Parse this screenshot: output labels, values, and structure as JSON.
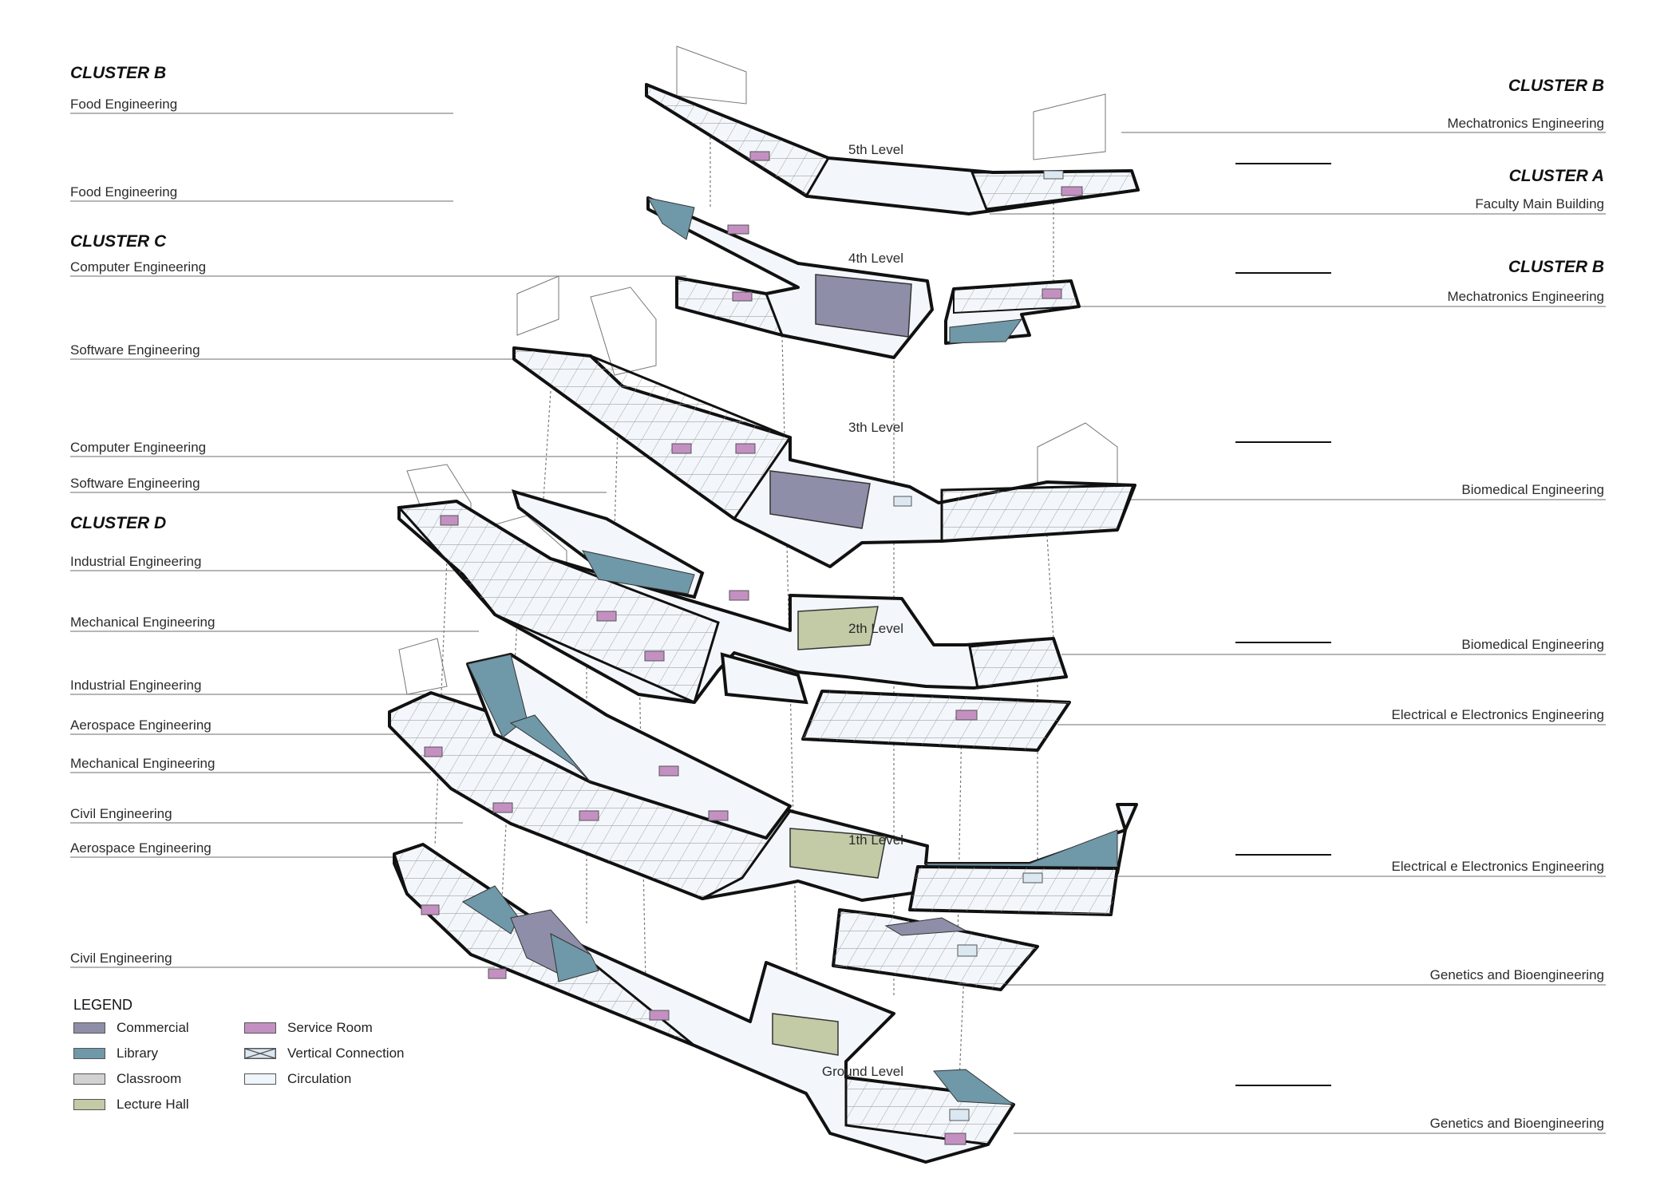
{
  "left_labels": {
    "cluster_b": "CLUSTER B",
    "food_eng_1": "Food Engineering",
    "food_eng_2": "Food Engineering",
    "cluster_c": "CLUSTER C",
    "computer_eng_1": "Computer Engineering",
    "software_eng_1": "Software Engineering",
    "computer_eng_2": "Computer Engineering",
    "software_eng_2": "Software Engineering",
    "cluster_d": "CLUSTER D",
    "industrial_eng_1": "Industrial Engineering",
    "mechanical_eng_1": "Mechanical Engineering",
    "industrial_eng_2": "Industrial Engineering",
    "aerospace_eng_1": "Aerospace Engineering",
    "mechanical_eng_2": "Mechanical Engineering",
    "civil_eng_1": "Civil Engineering",
    "aerospace_eng_2": "Aerospace Engineering",
    "civil_eng_2": "Civil Engineering"
  },
  "right_labels": {
    "cluster_b_1": "CLUSTER B",
    "mechatronics_1": "Mechatronics Engineering",
    "cluster_a": "CLUSTER A",
    "faculty_main": "Faculty Main Building",
    "cluster_b_2": "CLUSTER B",
    "mechatronics_2": "Mechatronics Engineering",
    "biomedical_1": "Biomedical Engineering",
    "biomedical_2": "Biomedical Engineering",
    "electrical_1": "Electrical e Electronics Engineering",
    "electrical_2": "Electrical e Electronics Engineering",
    "genetics_1": "Genetics  and Bioengineering",
    "genetics_2": "Genetics  and Bioengineering"
  },
  "levels": {
    "l5": "5th Level",
    "l4": "4th Level",
    "l3": "3th Level",
    "l2": "2th Level",
    "l1": "1th Level",
    "l0": "Ground Level"
  },
  "legend": {
    "title": "LEGEND",
    "commercial": "Commercial",
    "library": "Library",
    "classroom": "Classroom",
    "lecture_hall": "Lecture Hall",
    "service_room": "Service Room",
    "vertical_connection": "Vertical Connection",
    "circulation": "Circulation"
  },
  "colors": {
    "commercial": "#8f8ea8",
    "library": "#6f98a8",
    "classroom": "#d2d2d2",
    "lecture_hall": "#c2caa6",
    "service_room": "#c490c2",
    "vertical_connection": "#dbe8f2",
    "circulation": "#eef5fb",
    "outline": "#111111",
    "guide_line": "#8a8a8a"
  }
}
